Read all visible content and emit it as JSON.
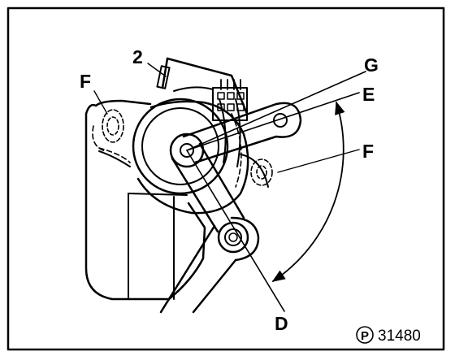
{
  "figure": {
    "callouts": {
      "part_2": "2",
      "g": "G",
      "e": "E",
      "f_left": "F",
      "f_right": "F",
      "d": "D"
    },
    "reference_mark": "P",
    "reference_number": "31480"
  }
}
